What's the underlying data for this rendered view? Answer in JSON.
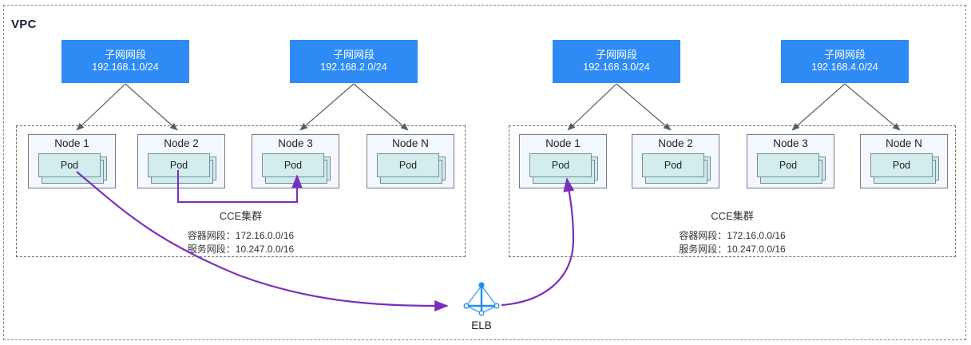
{
  "diagram": {
    "vpc_label": "VPC",
    "elb": {
      "label": "ELB",
      "icon": "elb-pyramid-icon",
      "color": "#1f8cf5"
    },
    "colors": {
      "subnet_fill": "#2e8bf5",
      "subnet_text": "#ffffff",
      "node_fill": "#f3f7fe",
      "node_border": "#7a7a8a",
      "pod_fill": "#d3edee",
      "pod_border": "#7e8a99",
      "boundary_dash": "#8a8a8a",
      "arrow_gray": "#5a5a66",
      "connector_purple": "#7b2fbe"
    },
    "subnets": [
      {
        "title": "子网网段",
        "cidr": "192.168.1.0/24"
      },
      {
        "title": "子网网段",
        "cidr": "192.168.2.0/24"
      },
      {
        "title": "子网网段",
        "cidr": "192.168.3.0/24"
      },
      {
        "title": "子网网段",
        "cidr": "192.168.4.0/24"
      }
    ],
    "clusters": [
      {
        "title": "CCE集群",
        "container_cidr": "容器网段：172.16.0.0/16",
        "service_cidr": "服务网段：10.247.0.0/16",
        "nodes": [
          {
            "label": "Node 1",
            "pod": "Pod"
          },
          {
            "label": "Node 2",
            "pod": "Pod"
          },
          {
            "label": "Node 3",
            "pod": "Pod"
          },
          {
            "label": "Node N",
            "pod": "Pod"
          }
        ]
      },
      {
        "title": "CCE集群",
        "container_cidr": "容器网段：172.16.0.0/16",
        "service_cidr": "服务网段：10.247.0.0/16",
        "nodes": [
          {
            "label": "Node 1",
            "pod": "Pod"
          },
          {
            "label": "Node 2",
            "pod": "Pod"
          },
          {
            "label": "Node 3",
            "pod": "Pod"
          },
          {
            "label": "Node N",
            "pod": "Pod"
          }
        ]
      }
    ]
  }
}
